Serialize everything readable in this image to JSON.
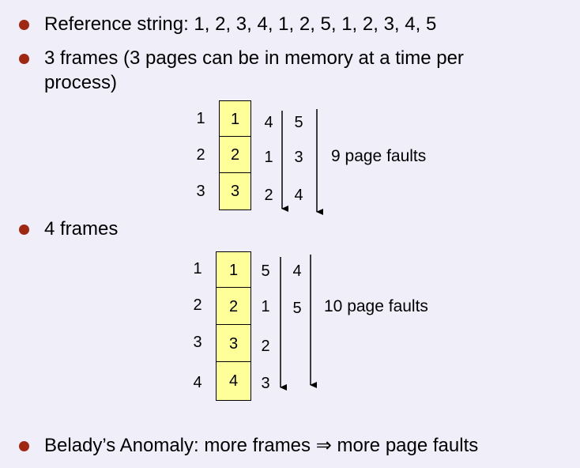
{
  "bullets": [
    "Reference string: 1, 2, 3, 4, 1, 2, 5, 1, 2, 3, 4, 5",
    "3 frames (3 pages can be in memory at a time per",
    "process)",
    "4 frames",
    "Belady’s Anomaly: more frames ⇒ more page faults"
  ],
  "diagram3": {
    "row_labels": [
      "1",
      "2",
      "3"
    ],
    "frame_values": [
      "1",
      "2",
      "3"
    ],
    "col1": [
      "4",
      "1",
      "2"
    ],
    "col2": [
      "5",
      "3",
      "4"
    ],
    "faults": "9 page faults"
  },
  "diagram4": {
    "row_labels": [
      "1",
      "2",
      "3",
      "4"
    ],
    "frame_values": [
      "1",
      "2",
      "3",
      "4"
    ],
    "col1": [
      "5",
      "1",
      "2",
      "3"
    ],
    "col2": [
      "4",
      "5"
    ],
    "faults": "10 page faults"
  },
  "colors": {
    "background": "#f0eef9",
    "bullet": "#a02812",
    "frame_fill": "#ffff99"
  }
}
